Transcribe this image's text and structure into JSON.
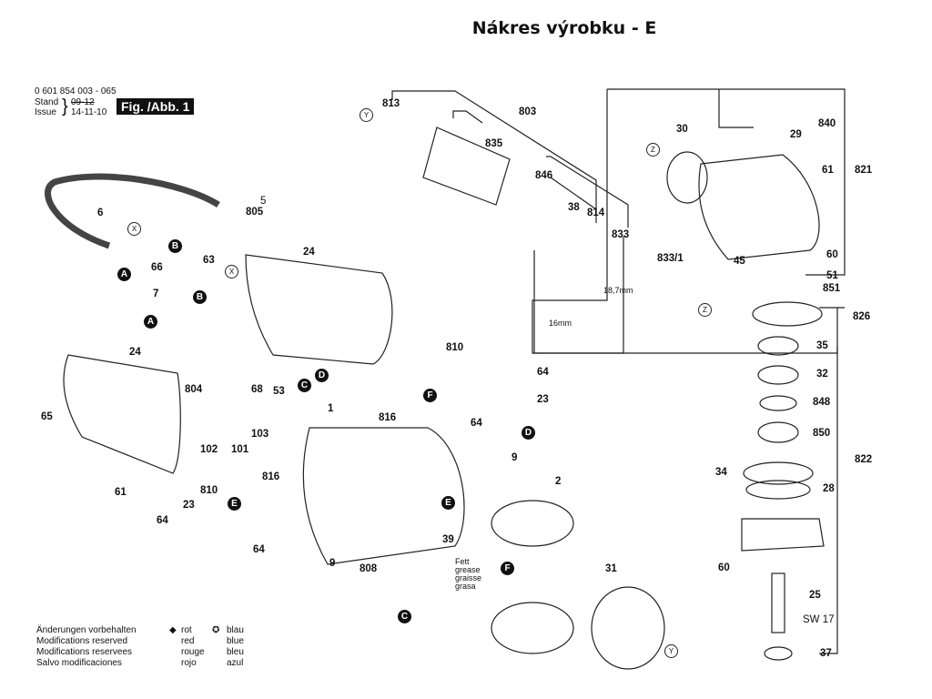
{
  "page_title": "Nákres výrobku - E",
  "header": {
    "part_number": "0 601 854 003 - 065",
    "stand_label": "Stand",
    "issue_label": "Issue",
    "stand_value_struck": "09-12",
    "issue_value": "14-11-10",
    "figure_label": "Fig. /Abb. 1"
  },
  "part_labels": {
    "p813": "813",
    "p803": "803",
    "p835": "835",
    "p846": "846",
    "p38": "38",
    "p814": "814",
    "p833": "833",
    "p833_1": "833/1",
    "p30": "30",
    "p840": "840",
    "p29": "29",
    "p61a": "61",
    "p821": "821",
    "p60a": "60",
    "p51": "51",
    "p851": "851",
    "p45": "45",
    "p826": "826",
    "p35": "35",
    "p32": "32",
    "p848": "848",
    "p850": "850",
    "p822": "822",
    "p34": "34",
    "p28": "28",
    "p60b": "60",
    "p25": "25",
    "sw17": "SW 17",
    "p37": "37",
    "p5": "5",
    "p805": "805",
    "p6": "6",
    "p66": "66",
    "p63": "63",
    "p7": "7",
    "p24a": "24",
    "p24b": "24",
    "p65": "65",
    "p804": "804",
    "p68": "68",
    "p53": "53",
    "p102": "102",
    "p101": "101",
    "p61b": "61",
    "p103": "103",
    "p1": "1",
    "p810a": "810",
    "p64a": "64",
    "p23a": "23",
    "p816a": "816",
    "p64b": "64",
    "p9a": "9",
    "p2": "2",
    "p810b": "810",
    "p816b": "816",
    "p23b": "23",
    "p64c": "64",
    "p64d": "64",
    "p9b": "9",
    "p808": "808",
    "p39": "39",
    "p31": "31",
    "dim_18_7": "18,7mm",
    "dim_16": "16mm"
  },
  "connectors": {
    "A": "A",
    "B": "B",
    "C": "C",
    "D": "D",
    "E": "E",
    "F": "F",
    "X": "X",
    "Y": "Y",
    "Z": "Z"
  },
  "grease_note": [
    "Fett",
    "grease",
    "graisse",
    "grasa"
  ],
  "legend": {
    "modifications": [
      "Änderungen vorbehalten",
      "Modifications reserved",
      "Modifications reservees",
      "Salvo modificaciones"
    ],
    "red": [
      "rot",
      "red",
      "rouge",
      "rojo"
    ],
    "blue": [
      "blau",
      "blue",
      "bleu",
      "azul"
    ]
  }
}
